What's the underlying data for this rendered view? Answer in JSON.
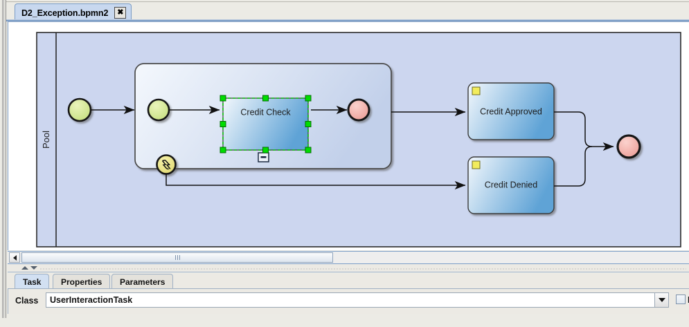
{
  "window": {
    "editor_tab": {
      "title": "D2_Exception.bpmn2",
      "close_label": "✖"
    }
  },
  "canvas": {
    "pool": {
      "label": "Pool"
    },
    "subprocess": {
      "collapse_marker": "−"
    },
    "nodes": [
      {
        "id": "start",
        "type": "start-event",
        "label": ""
      },
      {
        "id": "sub-start",
        "type": "start-event",
        "label": ""
      },
      {
        "id": "credit-check",
        "type": "task",
        "label": "Credit Check",
        "selected": true
      },
      {
        "id": "sub-end",
        "type": "end-event",
        "label": ""
      },
      {
        "id": "error-boundary",
        "type": "error-boundary-event",
        "label": ""
      },
      {
        "id": "credit-approved",
        "type": "task",
        "label": "Credit Approved"
      },
      {
        "id": "credit-denied",
        "type": "task",
        "label": "Credit Denied"
      },
      {
        "id": "end",
        "type": "end-event",
        "label": ""
      }
    ],
    "colors": {
      "pool_fill": "#ccd6ef",
      "subprocess_fill": "#eef3fb",
      "task_fill_light": "#eaf2fb",
      "task_fill_dark": "#64a7d8",
      "start_event_fill": "#d9ea9a",
      "end_event_fill": "#f0a9a4",
      "boundary_event_fill": "#ece98f",
      "selection_handle": "#00e000",
      "selection_outline": "#0aa80a",
      "task_marker": "#f2ec5c"
    }
  },
  "scrollbar": {
    "left_arrow": "◀"
  },
  "splitter": {
    "up_arrow": "▲",
    "down_arrow": "▼"
  },
  "property_tabs": [
    {
      "label": "Task",
      "active": true
    },
    {
      "label": "Properties",
      "active": false
    },
    {
      "label": "Parameters",
      "active": false
    }
  ],
  "class_row": {
    "label": "Class",
    "value": "UserInteractionTask",
    "placeholder": "",
    "external_label": "Ex"
  }
}
